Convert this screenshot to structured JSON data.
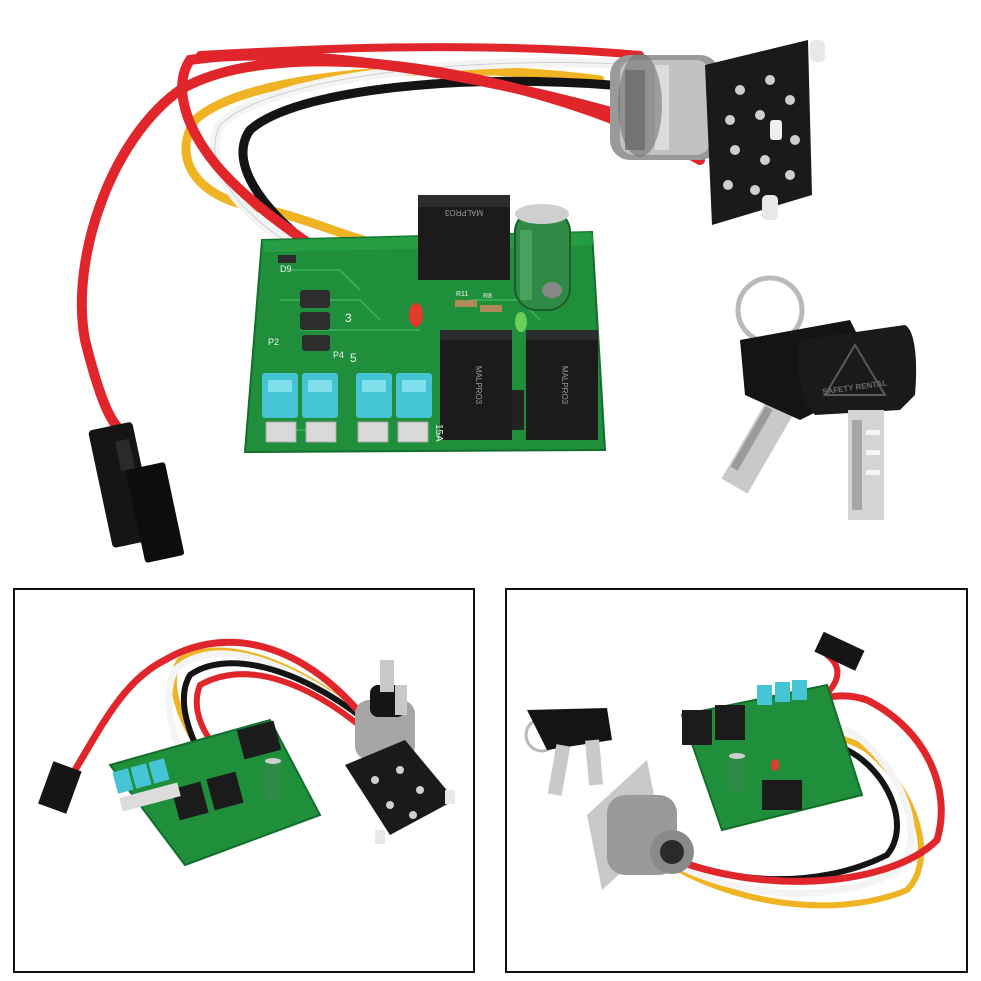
{
  "photo": {
    "colors": {
      "pcb": "#1f8f3c",
      "wire_red": "#e1262b",
      "wire_white": "#f4f4f4",
      "wire_black": "#141414",
      "wire_yellow": "#f0b323",
      "relay": "#1b1b1b",
      "fuse": "#45c4d6"
    },
    "main": {
      "pcb_labels": {
        "d9": "D9",
        "p2": "P2",
        "p4": "P4",
        "n3": "3",
        "n5": "5",
        "fuse_rating": "15A",
        "r11": "R11",
        "r8": "R8"
      },
      "relay_text": {
        "top": "MALPRO3",
        "left": "MALPRO3",
        "right": "MALPRO3"
      },
      "key_fob_text": "SAFETY RENTAL"
    }
  }
}
